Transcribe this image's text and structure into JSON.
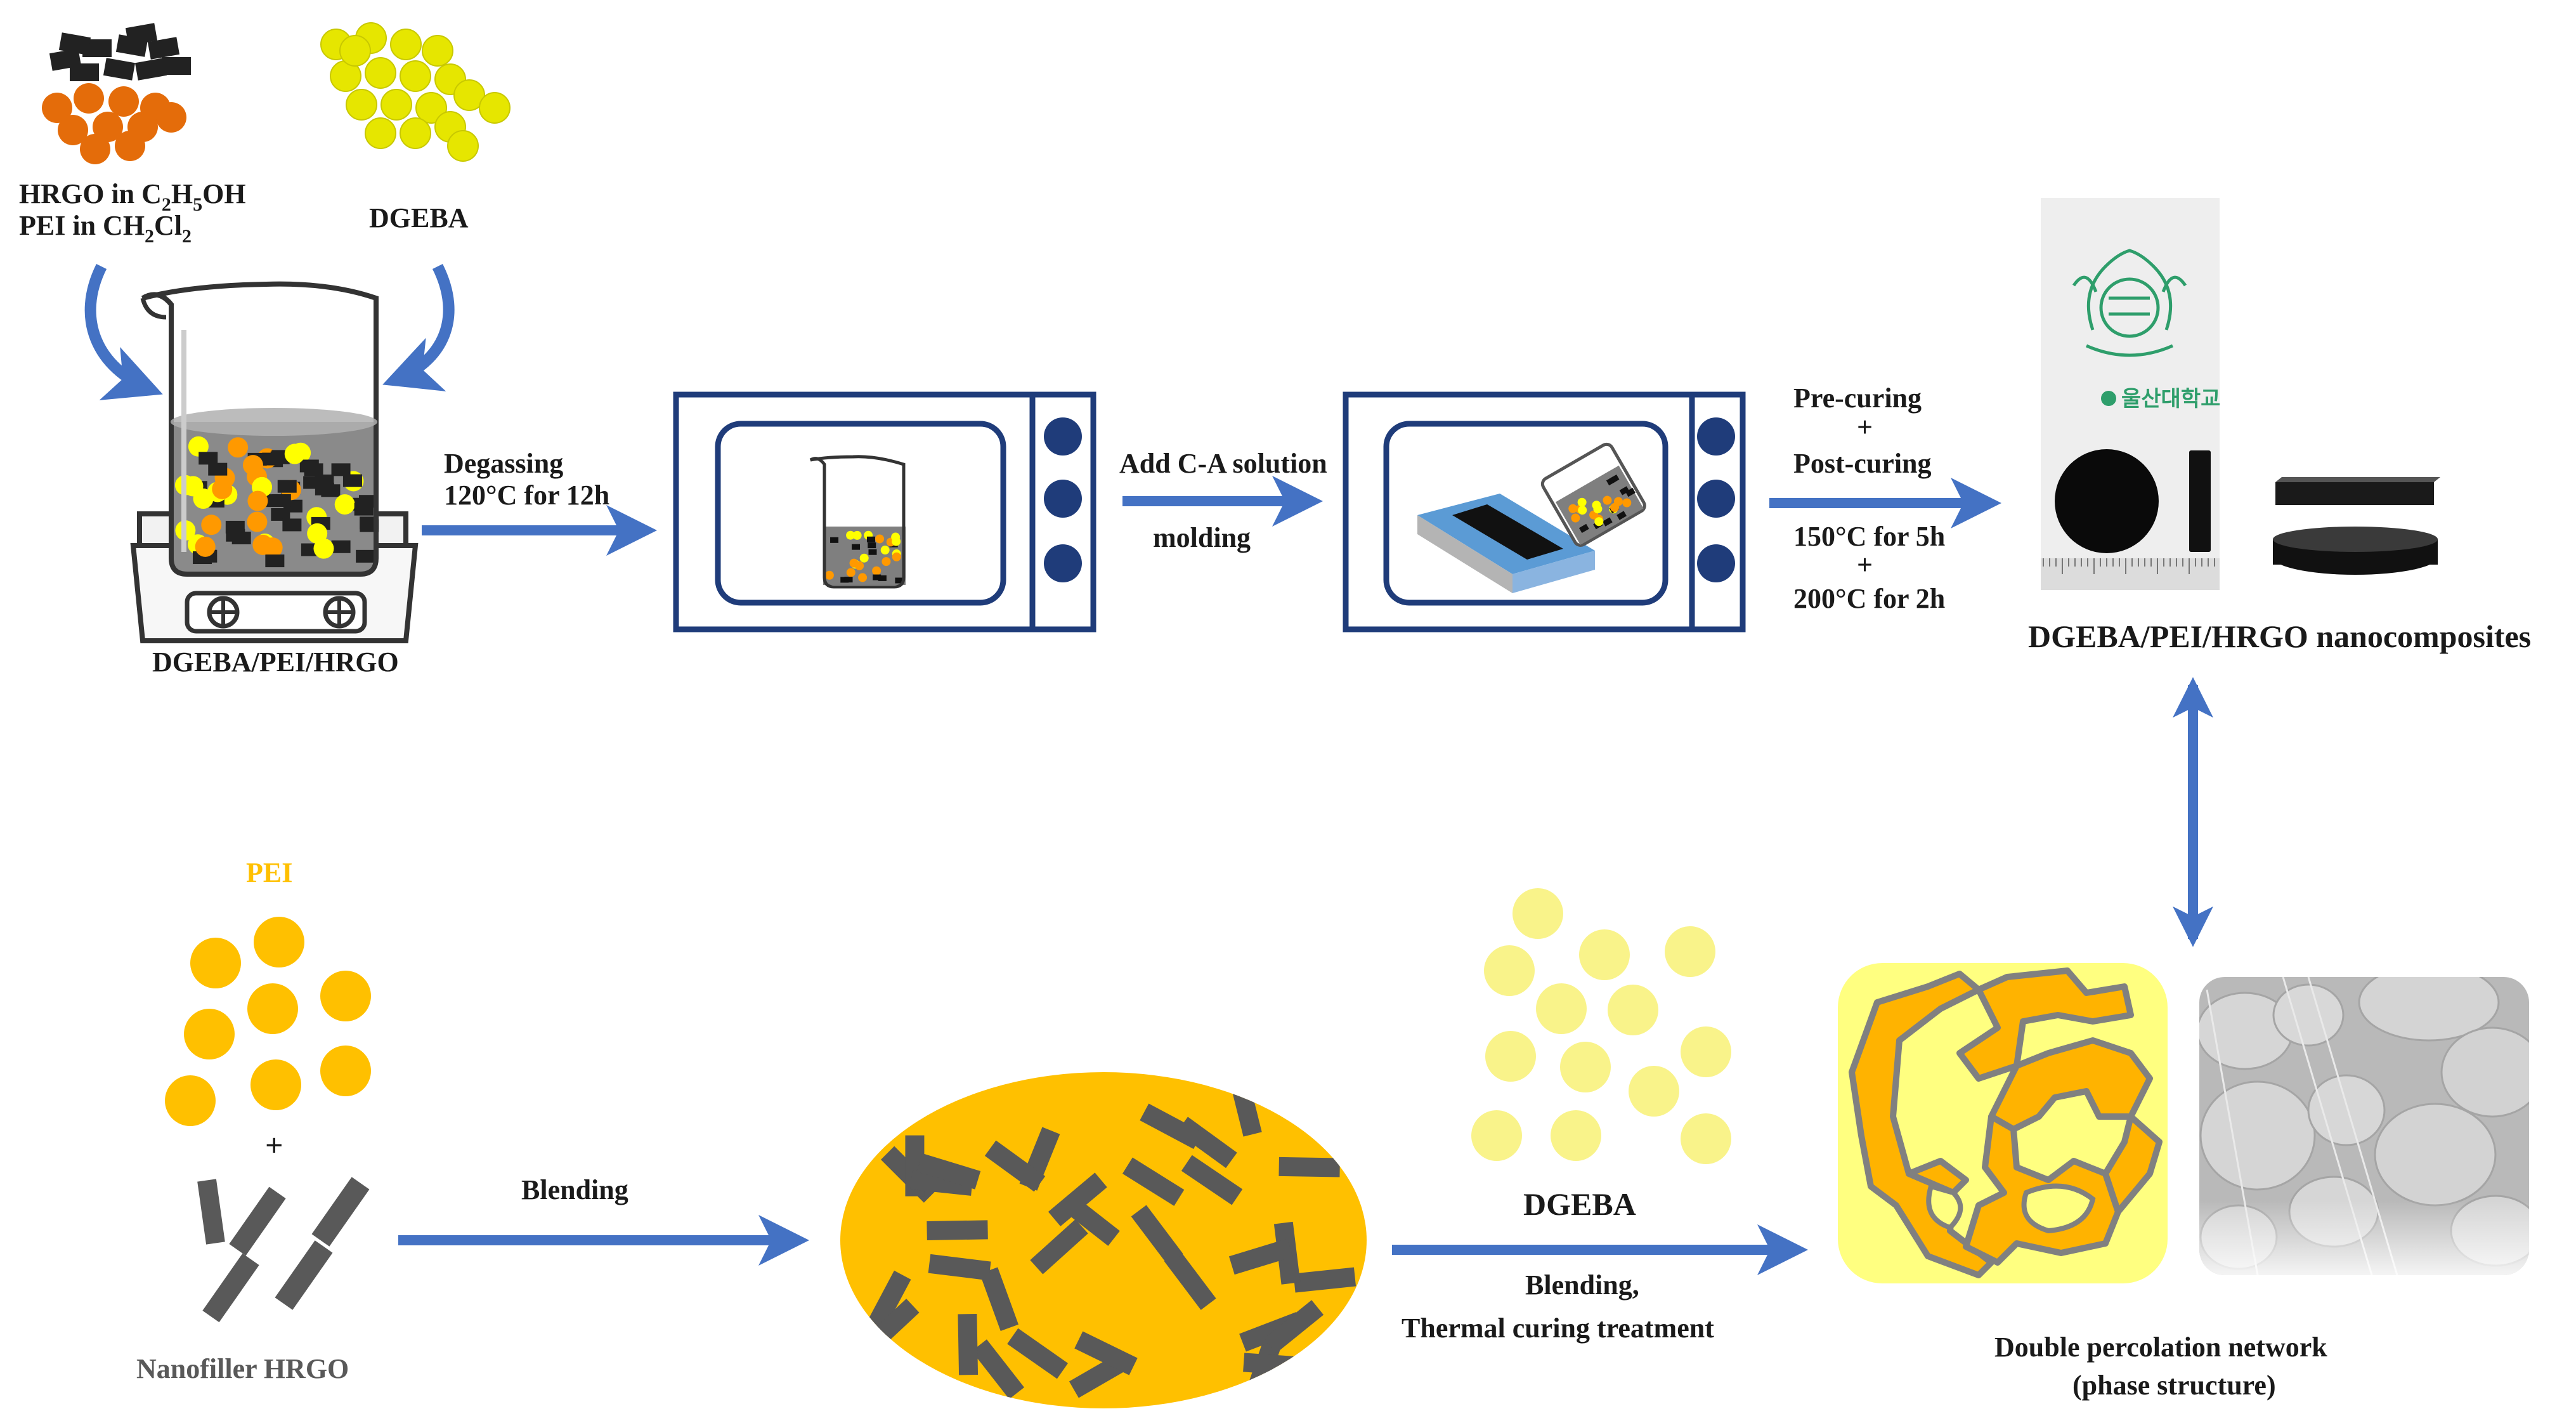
{
  "labels": {
    "hrgo_line1": "HRGO in C",
    "hrgo_sub2": "2",
    "hrgo_h": "H",
    "hrgo_sub5": "5",
    "hrgo_oh": "OH",
    "pei_line2": "PEI in CH",
    "pei_sub2a": "2",
    "pei_cl": "Cl",
    "pei_sub2b": "2",
    "dgeba_top": "DGEBA",
    "beaker_caption": "DGEBA/PEI/HRGO",
    "degassing": "Degassing",
    "degassing_cond": "120°C for 12h",
    "add_ca": "Add C-A solution",
    "molding": "molding",
    "pre_curing": "Pre-curing",
    "plus1": "+",
    "post_curing": "Post-curing",
    "cure_150": "150°C for 5h",
    "plus2": "+",
    "cure_200": "200°C for 2h",
    "nanocomposites": "DGEBA/PEI/HRGO nanocomposites",
    "pei_bottom": "PEI",
    "plus_bottom": "+",
    "nanofiller": "Nanofiller HRGO",
    "blending": "Blending",
    "dgeba_bottom": "DGEBA",
    "blending2": "Blending,",
    "thermal": "Thermal curing treatment",
    "double_perc": "Double percolation network",
    "phase": "(phase structure)",
    "logo_text": "울산대학교"
  },
  "colors": {
    "arrow_blue": "#4472c4",
    "oven_navy": "#1f3c7a",
    "hrgo_black": "#222222",
    "pei_orange": "#e46c0a",
    "dgeba_yellow": "#e6e600",
    "pei_gold": "#ffc000",
    "dgeba_pale": "#f9f38a",
    "sheet_grey": "#595959",
    "mold_blue": "#5b9bd5",
    "emblem_green": "#2e9e6b"
  }
}
